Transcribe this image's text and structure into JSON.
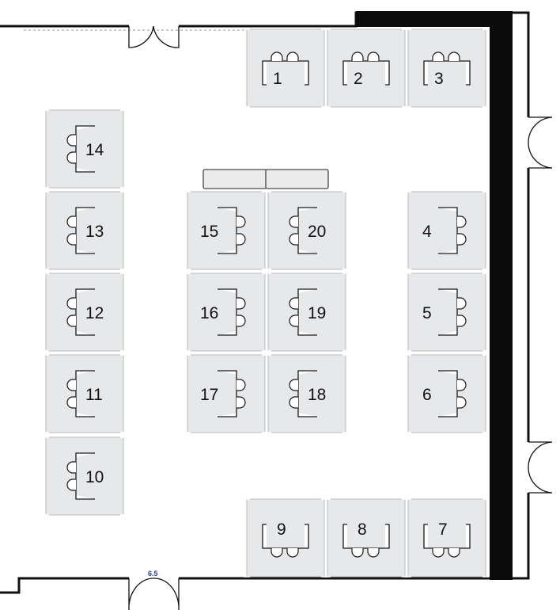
{
  "booths": [
    {
      "label": "1",
      "layout": "chairs-top"
    },
    {
      "label": "2",
      "layout": "chairs-top"
    },
    {
      "label": "3",
      "layout": "chairs-top"
    },
    {
      "label": "4",
      "layout": "chairs-right"
    },
    {
      "label": "5",
      "layout": "chairs-right"
    },
    {
      "label": "6",
      "layout": "chairs-right"
    },
    {
      "label": "7",
      "layout": "chairs-bottom"
    },
    {
      "label": "8",
      "layout": "chairs-bottom"
    },
    {
      "label": "9",
      "layout": "chairs-bottom"
    },
    {
      "label": "10",
      "layout": "chairs-left"
    },
    {
      "label": "11",
      "layout": "chairs-left"
    },
    {
      "label": "12",
      "layout": "chairs-left"
    },
    {
      "label": "13",
      "layout": "chairs-left"
    },
    {
      "label": "14",
      "layout": "chairs-left"
    },
    {
      "label": "15",
      "layout": "chairs-right"
    },
    {
      "label": "16",
      "layout": "chairs-right"
    },
    {
      "label": "17",
      "layout": "chairs-right"
    },
    {
      "label": "18",
      "layout": "chairs-left"
    },
    {
      "label": "19",
      "layout": "chairs-left"
    },
    {
      "label": "20",
      "layout": "chairs-left"
    }
  ],
  "dimension_label": "6.5",
  "colors": {
    "booth_fill": "#e7e8ea",
    "wall": "#111111",
    "dimension_text": "#1f3fbf"
  }
}
